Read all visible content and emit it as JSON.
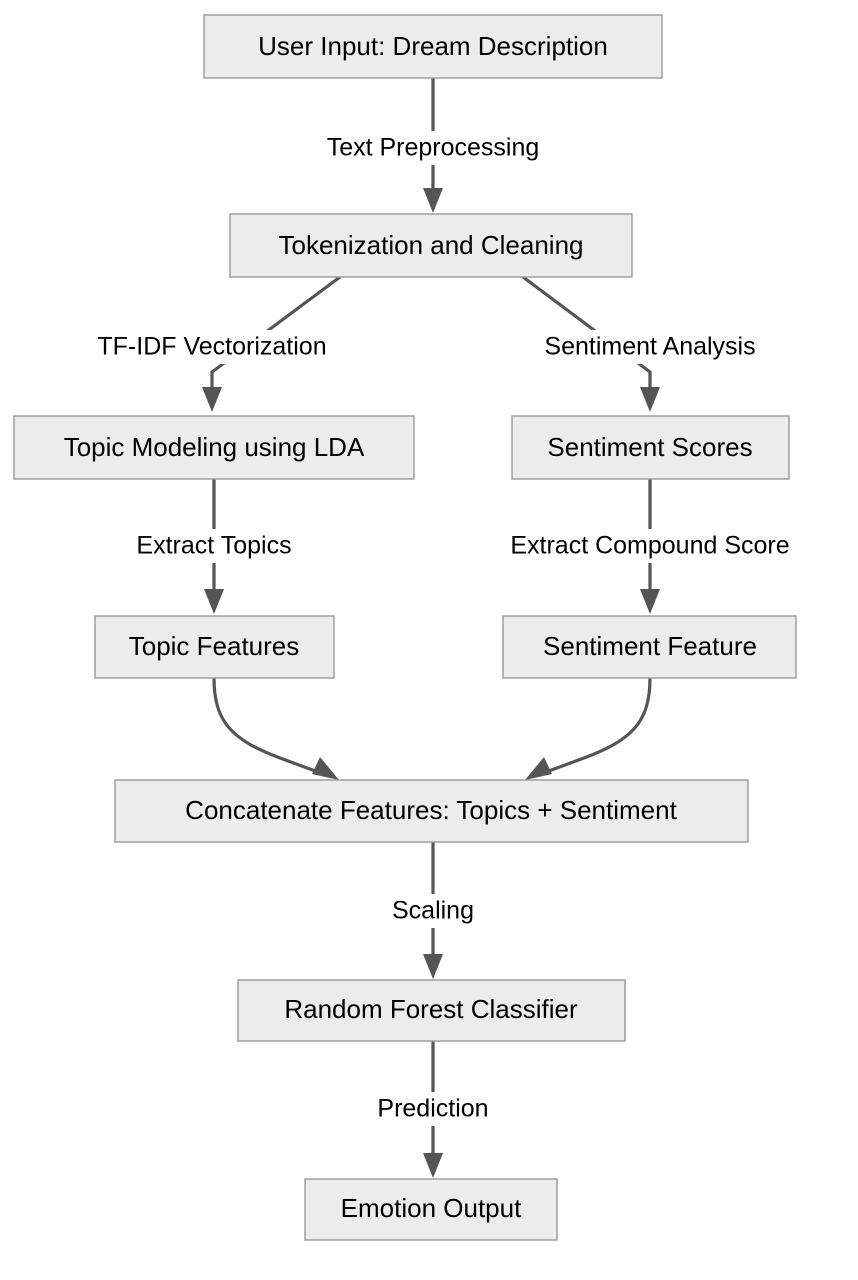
{
  "diagram": {
    "type": "flowchart",
    "direction": "top-to-bottom",
    "background_color": "#ffffff",
    "node_fill_color": "#ECECEC",
    "node_border_color": "#999999",
    "edge_color": "#555555",
    "text_color": "#000000",
    "nodes": [
      {
        "id": "user_input",
        "label": "User Input: Dream Description"
      },
      {
        "id": "tokenization",
        "label": "Tokenization and Cleaning"
      },
      {
        "id": "topic_modeling",
        "label": "Topic Modeling using LDA"
      },
      {
        "id": "sentiment_scores",
        "label": "Sentiment Scores"
      },
      {
        "id": "topic_features",
        "label": "Topic Features"
      },
      {
        "id": "sentiment_feature",
        "label": "Sentiment Feature"
      },
      {
        "id": "concatenate",
        "label": "Concatenate Features: Topics + Sentiment"
      },
      {
        "id": "classifier",
        "label": "Random Forest Classifier"
      },
      {
        "id": "emotion_output",
        "label": "Emotion Output"
      }
    ],
    "edges": [
      {
        "from": "user_input",
        "to": "tokenization",
        "label": "Text Preprocessing"
      },
      {
        "from": "tokenization",
        "to": "topic_modeling",
        "label": "TF-IDF Vectorization"
      },
      {
        "from": "tokenization",
        "to": "sentiment_scores",
        "label": "Sentiment Analysis"
      },
      {
        "from": "topic_modeling",
        "to": "topic_features",
        "label": "Extract Topics"
      },
      {
        "from": "sentiment_scores",
        "to": "sentiment_feature",
        "label": "Extract Compound Score"
      },
      {
        "from": "topic_features",
        "to": "concatenate",
        "label": ""
      },
      {
        "from": "sentiment_feature",
        "to": "concatenate",
        "label": ""
      },
      {
        "from": "concatenate",
        "to": "classifier",
        "label": "Scaling"
      },
      {
        "from": "classifier",
        "to": "emotion_output",
        "label": "Prediction"
      }
    ]
  }
}
